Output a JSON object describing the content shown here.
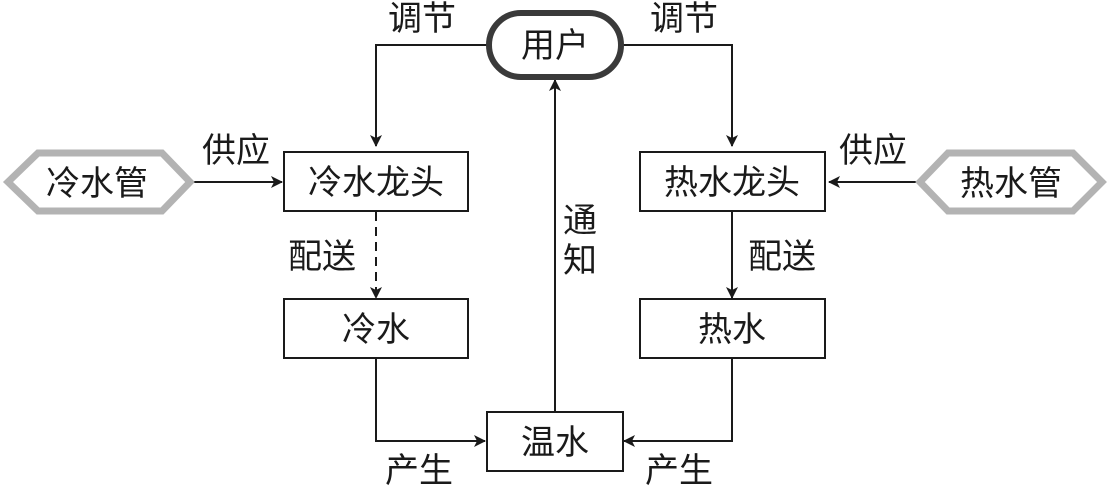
{
  "nodes": {
    "user": "用户",
    "cold_pipe": "冷水管",
    "hot_pipe": "热水管",
    "cold_tap": "冷水龙头",
    "hot_tap": "热水龙头",
    "cold_water": "冷水",
    "hot_water": "热水",
    "warm_water": "温水"
  },
  "edges": {
    "user_to_cold_tap": "调节",
    "user_to_hot_tap": "调节",
    "cold_pipe_to_cold_tap": "供应",
    "hot_pipe_to_hot_tap": "供应",
    "cold_tap_to_cold_water": "配送",
    "hot_tap_to_hot_water": "配送",
    "cold_water_to_warm_water": "产生",
    "hot_water_to_warm_water": "产生",
    "warm_water_to_user": [
      "通",
      "知"
    ]
  },
  "colors": {
    "line": "#1a1a1a",
    "pipe_border": "#b3b3b3",
    "user_border": "#3a3a3a"
  }
}
